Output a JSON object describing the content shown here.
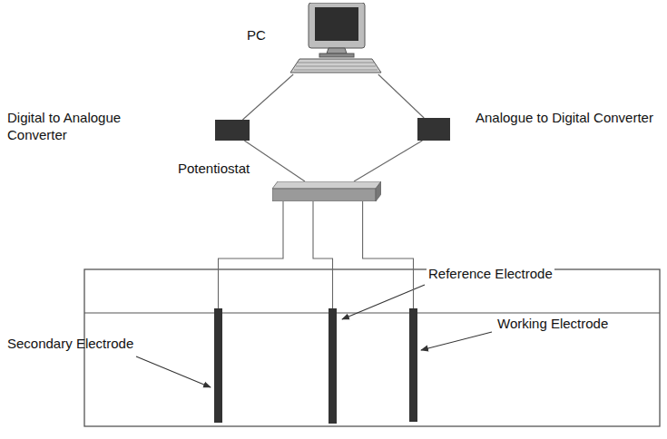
{
  "diagram": {
    "nodes": [
      {
        "text": [
          "PC"
        ]
      },
      {
        "text": [
          "Digital to Analogue Converter"
        ]
      },
      {
        "text": [
          "Analogue to Digital Converter"
        ]
      },
      {
        "text": [
          "Potentiostat"
        ]
      },
      {
        "text": [
          "Secondary Electrode"
        ]
      },
      {
        "text": [
          "Reference Electrode"
        ]
      },
      {
        "text": [
          "Working Electrode"
        ]
      }
    ],
    "edges": [
      {
        "from": 0,
        "to": 1,
        "arrow": "none"
      },
      {
        "from": 0,
        "to": 2,
        "arrow": "none"
      },
      {
        "from": 1,
        "to": 3,
        "arrow": "none"
      },
      {
        "from": 2,
        "to": 3,
        "arrow": "none"
      },
      {
        "from": 3,
        "to": 4,
        "arrow": "none"
      },
      {
        "from": 3,
        "to": 5,
        "arrow": "none"
      },
      {
        "from": 3,
        "to": 6,
        "arrow": "none"
      }
    ]
  }
}
